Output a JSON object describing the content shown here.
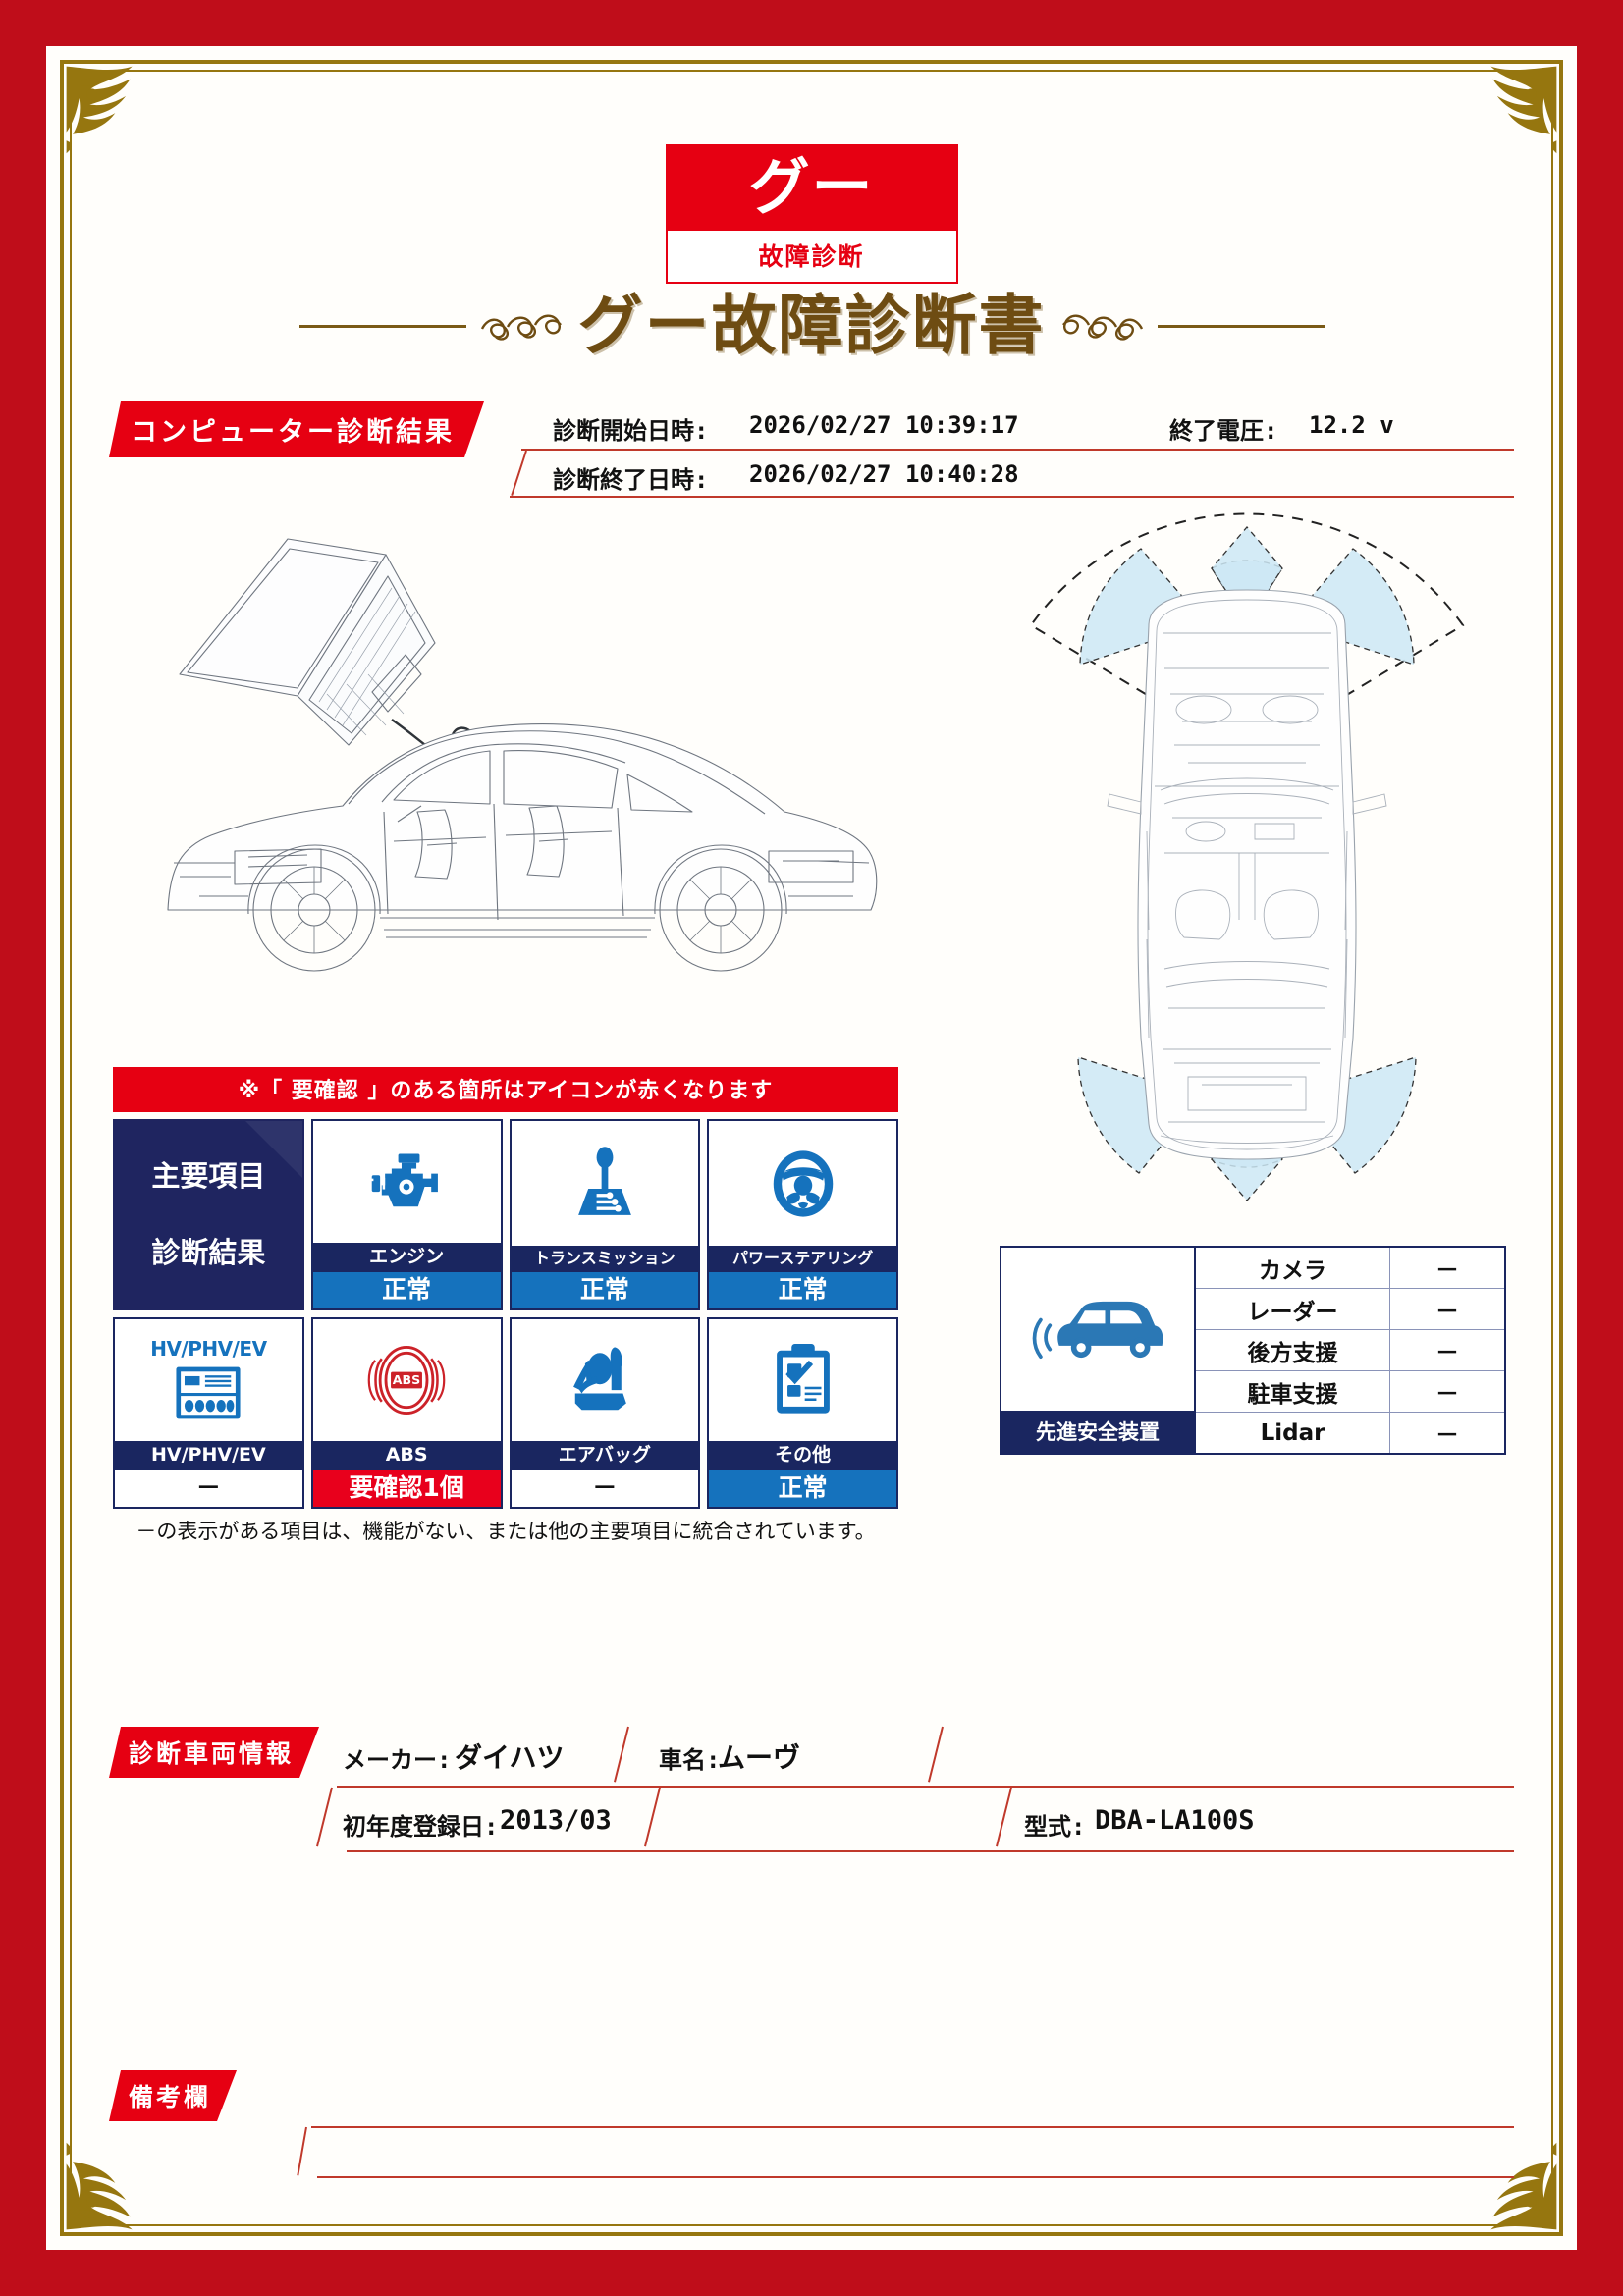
{
  "logo": {
    "brand": "グー",
    "sub": "故障診断"
  },
  "document_title": "グー故障診断書",
  "computer_section": {
    "banner": "コンピューター診断結果",
    "start_label": "診断開始日時:",
    "start_value": "2026/02/27 10:39:17",
    "end_label": "診断終了日時:",
    "end_value": "2026/02/27 10:40:28",
    "voltage_label": "終了電圧:",
    "voltage_value": "12.2 v"
  },
  "main_items": {
    "note_bar": "※「 要確認 」のある箇所はアイコンが赤くなります",
    "header_line1": "主要項目",
    "header_line2": "診断結果",
    "footer_note": "－の表示がある項目は、機能がない、または他の主要項目に統合されています。",
    "items": [
      {
        "name": "エンジン",
        "status": "正常",
        "state": "ok",
        "icon": "engine-icon"
      },
      {
        "name": "トランスミッション",
        "status": "正常",
        "state": "ok",
        "icon": "transmission-icon"
      },
      {
        "name": "パワーステアリング",
        "status": "正常",
        "state": "ok",
        "icon": "steering-icon"
      },
      {
        "name": "HV/PHV/EV",
        "status": "－",
        "state": "na",
        "icon": "hv-battery-icon",
        "icon_caption": "HV/PHV/EV"
      },
      {
        "name": "ABS",
        "status": "要確認1個",
        "state": "warn",
        "icon": "abs-icon"
      },
      {
        "name": "エアバッグ",
        "status": "－",
        "state": "na",
        "icon": "airbag-icon"
      },
      {
        "name": "その他",
        "status": "正常",
        "state": "ok",
        "icon": "clipboard-check-icon"
      }
    ]
  },
  "safety": {
    "label": "先進安全装置",
    "rows": [
      {
        "key": "カメラ",
        "value": "－"
      },
      {
        "key": "レーダー",
        "value": "－"
      },
      {
        "key": "後方支援",
        "value": "－"
      },
      {
        "key": "駐車支援",
        "value": "－"
      },
      {
        "key": "Lidar",
        "value": "－"
      }
    ]
  },
  "vehicle": {
    "banner": "診断車両情報",
    "maker_label": "メーカー:",
    "maker_value": "ダイハツ",
    "model_label": "車名:",
    "model_value": "ムーヴ",
    "first_reg_label": "初年度登録日:",
    "first_reg_value": "2013/03",
    "type_label": "型式:",
    "type_value": "DBA-LA100S"
  },
  "remarks": {
    "banner": "備考欄",
    "value": ""
  },
  "colors": {
    "border_red": "#bf0d1a",
    "accent_red": "#e60012",
    "warn_red": "#e8001c",
    "navy": "#1a2660",
    "blue": "#1572bd",
    "gold": "#96760f",
    "title_brown": "#6e4c12"
  }
}
